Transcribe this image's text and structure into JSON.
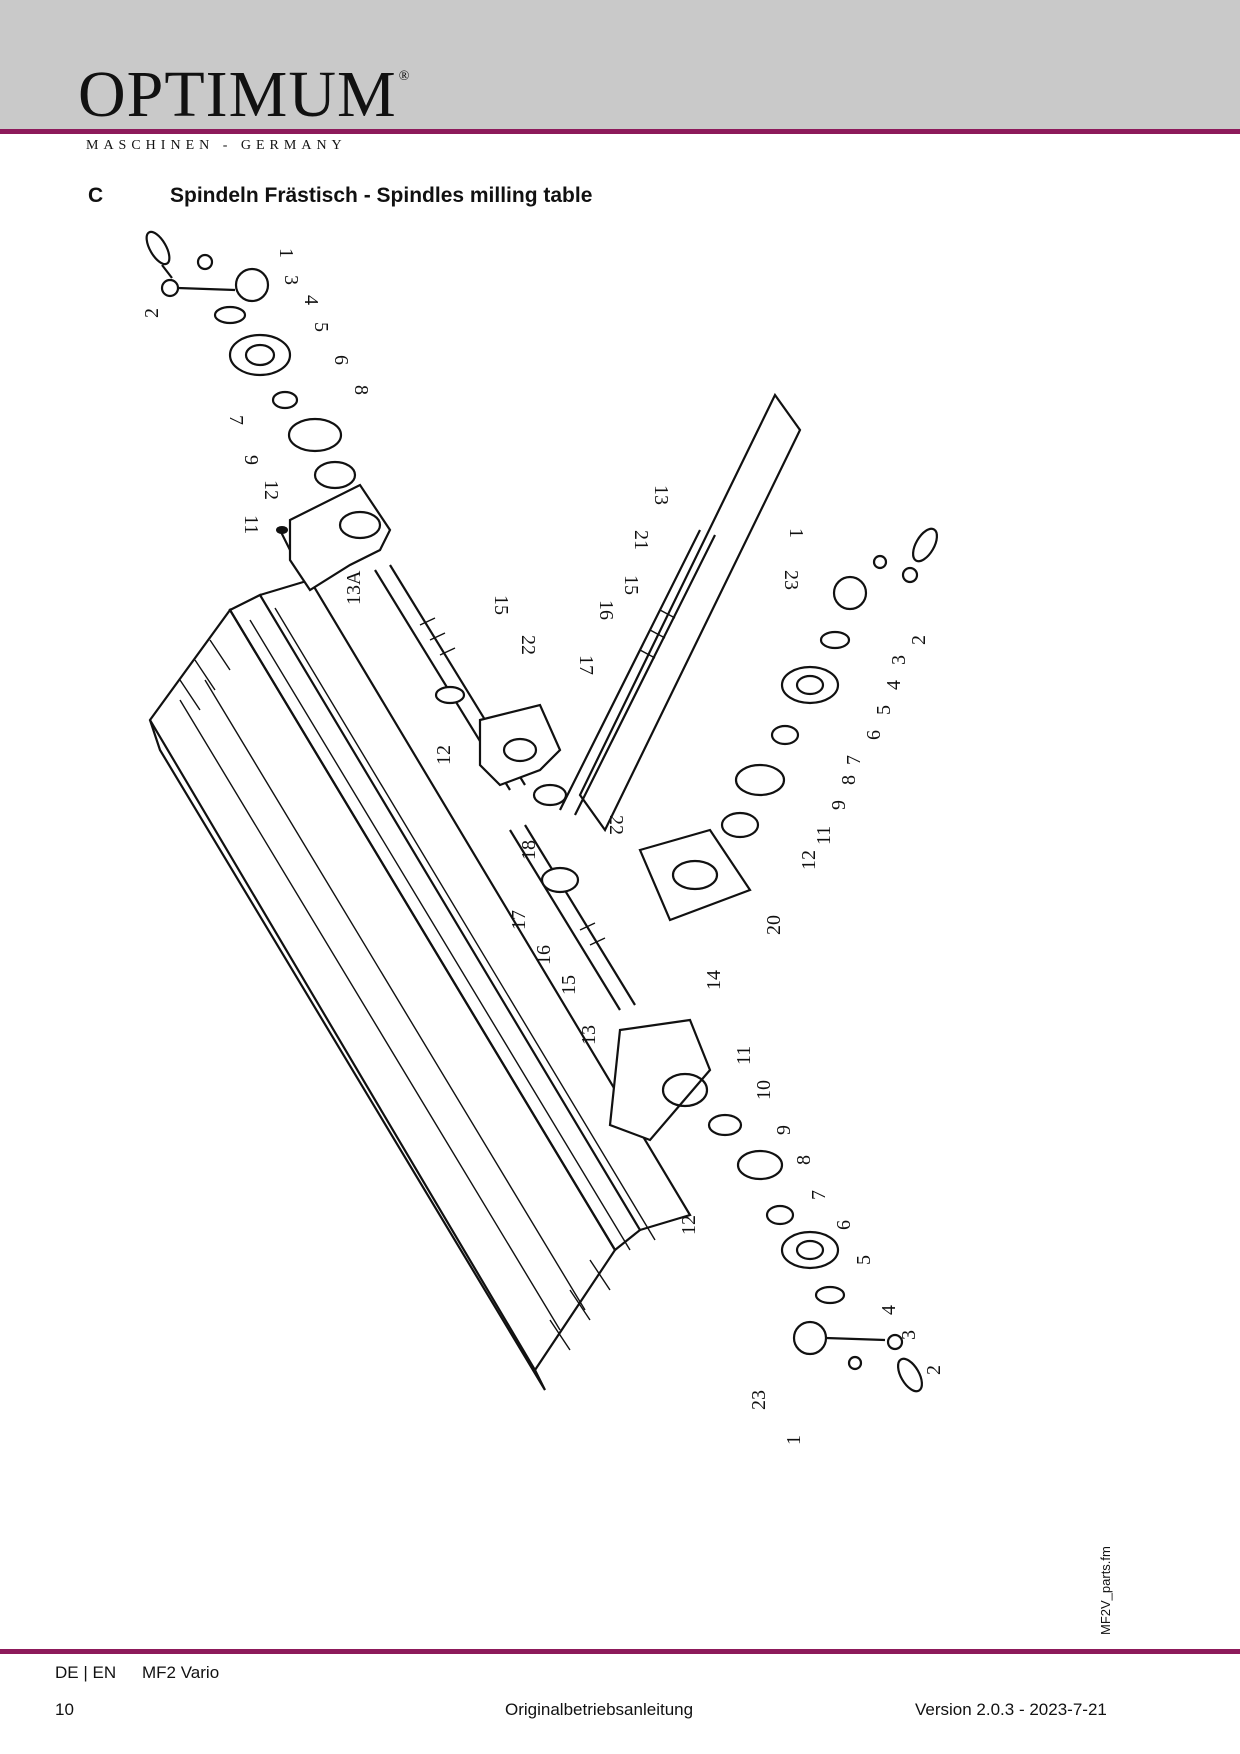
{
  "header": {
    "logo": "OPTIMUM",
    "logo_mark": "®",
    "logo_subtitle": "MASCHINEN - GERMANY"
  },
  "section": {
    "letter": "C",
    "title": "Spindeln Frästisch - Spindles milling table"
  },
  "drawing": {
    "part_labels": [
      "1",
      "2",
      "3",
      "4",
      "5",
      "6",
      "7",
      "8",
      "9",
      "12",
      "11",
      "13A",
      "15",
      "22",
      "12",
      "18",
      "17",
      "22",
      "16",
      "15",
      "13",
      "21",
      "17",
      "16",
      "15",
      "13",
      "14",
      "1",
      "23",
      "2",
      "3",
      "4",
      "5",
      "6",
      "7",
      "8",
      "9",
      "11",
      "12",
      "20",
      "11",
      "10",
      "9",
      "8",
      "7",
      "6",
      "5",
      "4",
      "3",
      "2",
      "12",
      "23",
      "1"
    ],
    "side_file": "MF2V_parts.fm"
  },
  "footer": {
    "language": "DE | EN",
    "model": "MF2 Vario",
    "page": "10",
    "document": "Originalbetriebsanleitung",
    "version": "Version 2.0.3 - 2023-7-21"
  }
}
